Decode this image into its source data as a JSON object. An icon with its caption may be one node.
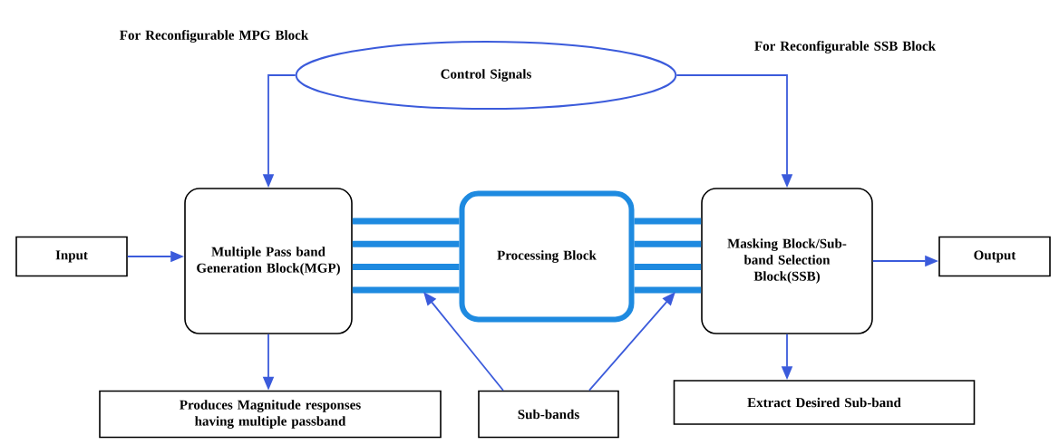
{
  "diagram": {
    "nodes": [
      {
        "text": [
          "Input"
        ]
      },
      {
        "text": [
          "Multiple Pass band Generation Block(MGP)"
        ]
      },
      {
        "text": [
          "Processing Block"
        ]
      },
      {
        "text": [
          "Masking Block/Sub-band Selection Block(SSB)"
        ]
      },
      {
        "text": [
          "Output"
        ]
      },
      {
        "text": [
          "Control Signals"
        ]
      },
      {
        "text": [
          "Produces Magnitude responses having multiple passband"
        ]
      },
      {
        "text": [
          "Sub-bands"
        ]
      },
      {
        "text": [
          "Extract  Desired Sub-band"
        ]
      }
    ],
    "edges": [
      {
        "from": 0,
        "to": 1,
        "arrow": "to"
      },
      {
        "from": 5,
        "to": 1,
        "arrow": "to"
      },
      {
        "from": 5,
        "to": 3,
        "arrow": "to"
      },
      {
        "from": 3,
        "to": 4,
        "arrow": "to"
      },
      {
        "from": 1,
        "to": 6,
        "arrow": "to"
      },
      {
        "from": 3,
        "to": 8,
        "arrow": "to"
      },
      {
        "from": 1,
        "to": 2,
        "arrow": "none",
        "style": "thick",
        "color": "#1e8ae0"
      },
      {
        "from": 1,
        "to": 2,
        "arrow": "none",
        "style": "thick",
        "color": "#1e8ae0"
      },
      {
        "from": 1,
        "to": 2,
        "arrow": "none",
        "style": "thick",
        "color": "#1e8ae0"
      },
      {
        "from": 1,
        "to": 2,
        "arrow": "none",
        "style": "thick",
        "color": "#1e8ae0"
      },
      {
        "from": 2,
        "to": 3,
        "arrow": "none",
        "style": "thick",
        "color": "#1e8ae0"
      },
      {
        "from": 2,
        "to": 3,
        "arrow": "none",
        "style": "thick",
        "color": "#1e8ae0"
      },
      {
        "from": 2,
        "to": 3,
        "arrow": "none",
        "style": "thick",
        "color": "#1e8ae0"
      },
      {
        "from": 2,
        "to": 3,
        "arrow": "none",
        "style": "thick",
        "color": "#1e8ae0"
      },
      {
        "from": 7,
        "to": null,
        "arrow": "to"
      },
      {
        "from": 7,
        "to": null,
        "arrow": "to"
      }
    ],
    "labels": [
      "For Reconfigurable MPG Block",
      "For Reconfigurable SSB Block"
    ]
  }
}
